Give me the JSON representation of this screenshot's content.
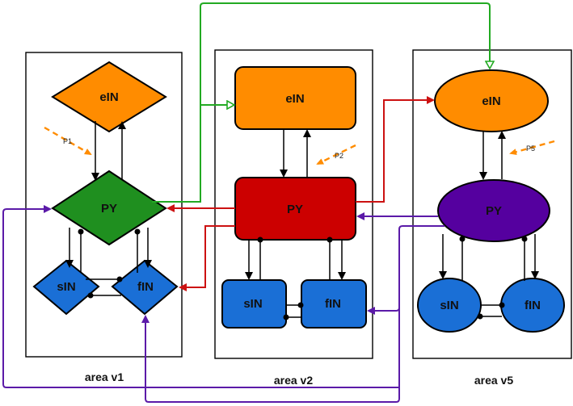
{
  "areas": [
    {
      "id": "v1",
      "label": "area v1",
      "nodes": {
        "eIN": "eIN",
        "PY": "PY",
        "sIN": "sIN",
        "fIN": "fIN"
      },
      "input": "P1"
    },
    {
      "id": "v2",
      "label": "area v2",
      "nodes": {
        "eIN": "eIN",
        "PY": "PY",
        "sIN": "sIN",
        "fIN": "fIN"
      },
      "input": "P2"
    },
    {
      "id": "v5",
      "label": "area v5",
      "nodes": {
        "eIN": "eIN",
        "PY": "PY",
        "sIN": "sIN",
        "fIN": "fIN"
      },
      "input": "P5"
    }
  ],
  "colors": {
    "eIN": "#ff8c00",
    "PY_v1": "#1f8f1f",
    "PY_v2": "#cc0000",
    "PY_v5": "#55009f",
    "sIN": "#1a6fd6",
    "fIN": "#1a6fd6",
    "green_connection": "#22aa22",
    "red_connection": "#cc1111",
    "purple_connection": "#5b1aa8",
    "input_arrow": "#ff8c00"
  },
  "node_shapes": {
    "v1": "diamond",
    "v2": "rounded-rectangle",
    "v5": "ellipse"
  }
}
